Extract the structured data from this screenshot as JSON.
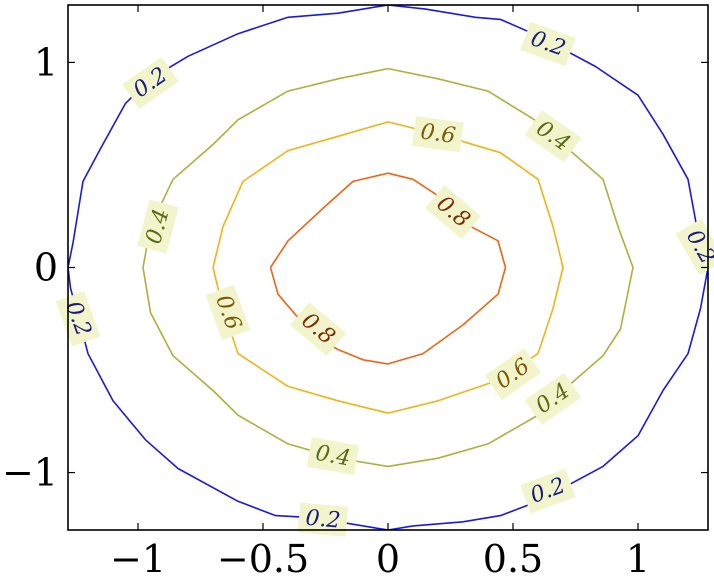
{
  "chart_data": {
    "type": "line",
    "subtype": "contour",
    "title": "",
    "xlabel": "",
    "ylabel": "",
    "xlim": [
      -1.28,
      1.28
    ],
    "ylim": [
      -1.28,
      1.28
    ],
    "x_ticks": [
      -1,
      -0.5,
      0,
      0.5,
      1
    ],
    "x_tick_labels": [
      "−1",
      "−0.5",
      "0",
      "0.5",
      "1"
    ],
    "y_ticks": [
      -1,
      0,
      1
    ],
    "y_tick_labels": [
      "−1",
      "0",
      "1"
    ],
    "grid": false,
    "label_background": "#f2f5cc",
    "series": [
      {
        "level": 0.2,
        "color": "#1a1adf",
        "label_color": "#1a1a80",
        "points": [
          [
            -1.28,
            0
          ],
          [
            -1.26,
            0.12
          ],
          [
            -1.22,
            0.42
          ],
          [
            -1.15,
            0.58
          ],
          [
            -1.05,
            0.8
          ],
          [
            -0.95,
            0.92
          ],
          [
            -0.8,
            1.03
          ],
          [
            -0.6,
            1.14
          ],
          [
            -0.4,
            1.22
          ],
          [
            -0.2,
            1.24
          ],
          [
            0,
            1.28
          ],
          [
            0.15,
            1.26
          ],
          [
            0.35,
            1.22
          ],
          [
            0.45,
            1.21
          ],
          [
            0.6,
            1.13
          ],
          [
            0.83,
            0.98
          ],
          [
            1.0,
            0.84
          ],
          [
            1.1,
            0.65
          ],
          [
            1.2,
            0.43
          ],
          [
            1.25,
            0.1
          ],
          [
            1.28,
            0
          ],
          [
            1.25,
            -0.2
          ],
          [
            1.2,
            -0.42
          ],
          [
            1.1,
            -0.6
          ],
          [
            1.0,
            -0.82
          ],
          [
            0.86,
            -0.97
          ],
          [
            0.6,
            -1.14
          ],
          [
            0.45,
            -1.21
          ],
          [
            0.3,
            -1.24
          ],
          [
            0.1,
            -1.26
          ],
          [
            0,
            -1.28
          ],
          [
            -0.15,
            -1.25
          ],
          [
            -0.3,
            -1.22
          ],
          [
            -0.45,
            -1.21
          ],
          [
            -0.6,
            -1.14
          ],
          [
            -0.84,
            -0.98
          ],
          [
            -0.97,
            -0.84
          ],
          [
            -1.1,
            -0.65
          ],
          [
            -1.2,
            -0.42
          ],
          [
            -1.27,
            -0.1
          ],
          [
            -1.28,
            0
          ]
        ],
        "labels": [
          {
            "x": -0.95,
            "y": 0.9,
            "text": "0.2",
            "angle": -35
          },
          {
            "x": 0.64,
            "y": 1.09,
            "text": "0.2",
            "angle": 20
          },
          {
            "x": 1.25,
            "y": 0.1,
            "text": "0.2",
            "angle": 60
          },
          {
            "x": -1.24,
            "y": -0.25,
            "text": "0.2",
            "angle": 70
          },
          {
            "x": -0.26,
            "y": -1.23,
            "text": "0.2",
            "angle": 5
          },
          {
            "x": 0.64,
            "y": -1.09,
            "text": "0.2",
            "angle": -20
          }
        ]
      },
      {
        "level": 0.4,
        "color": "#a8b23c",
        "label_color": "#5a6a14",
        "points": [
          [
            -0.98,
            0
          ],
          [
            -0.95,
            0.2
          ],
          [
            -0.86,
            0.43
          ],
          [
            -0.7,
            0.6
          ],
          [
            -0.6,
            0.72
          ],
          [
            -0.4,
            0.86
          ],
          [
            -0.2,
            0.92
          ],
          [
            0,
            0.97
          ],
          [
            0.2,
            0.92
          ],
          [
            0.4,
            0.86
          ],
          [
            0.6,
            0.71
          ],
          [
            0.7,
            0.6
          ],
          [
            0.86,
            0.43
          ],
          [
            0.92,
            0.2
          ],
          [
            0.98,
            0
          ],
          [
            0.93,
            -0.3
          ],
          [
            0.86,
            -0.43
          ],
          [
            0.7,
            -0.6
          ],
          [
            0.6,
            -0.72
          ],
          [
            0.4,
            -0.86
          ],
          [
            0.2,
            -0.93
          ],
          [
            0,
            -0.97
          ],
          [
            -0.2,
            -0.93
          ],
          [
            -0.4,
            -0.86
          ],
          [
            -0.6,
            -0.72
          ],
          [
            -0.7,
            -0.6
          ],
          [
            -0.86,
            -0.43
          ],
          [
            -0.95,
            -0.22
          ],
          [
            -0.98,
            0
          ]
        ],
        "labels": [
          {
            "x": -0.92,
            "y": 0.2,
            "text": "0.4",
            "angle": -75
          },
          {
            "x": 0.66,
            "y": 0.64,
            "text": "0.4",
            "angle": 35
          },
          {
            "x": 0.66,
            "y": -0.64,
            "text": "0.4",
            "angle": -35
          },
          {
            "x": -0.22,
            "y": -0.92,
            "text": "0.4",
            "angle": 10
          }
        ]
      },
      {
        "level": 0.6,
        "color": "#f0b418",
        "label_color": "#7a5a05",
        "points": [
          [
            -0.7,
            0
          ],
          [
            -0.66,
            0.2
          ],
          [
            -0.58,
            0.42
          ],
          [
            -0.4,
            0.57
          ],
          [
            -0.2,
            0.64
          ],
          [
            0,
            0.71
          ],
          [
            0.2,
            0.65
          ],
          [
            0.45,
            0.56
          ],
          [
            0.6,
            0.43
          ],
          [
            0.66,
            0.2
          ],
          [
            0.7,
            0
          ],
          [
            0.66,
            -0.2
          ],
          [
            0.6,
            -0.42
          ],
          [
            0.44,
            -0.55
          ],
          [
            0.2,
            -0.65
          ],
          [
            0,
            -0.71
          ],
          [
            -0.2,
            -0.65
          ],
          [
            -0.4,
            -0.58
          ],
          [
            -0.6,
            -0.42
          ],
          [
            -0.66,
            -0.2
          ],
          [
            -0.7,
            0
          ]
        ],
        "labels": [
          {
            "x": 0.2,
            "y": 0.65,
            "text": "0.6",
            "angle": 8
          },
          {
            "x": -0.64,
            "y": -0.22,
            "text": "0.6",
            "angle": 70
          },
          {
            "x": 0.5,
            "y": -0.52,
            "text": "0.6",
            "angle": -35
          }
        ]
      },
      {
        "level": 0.8,
        "color": "#f06414",
        "label_color": "#7a2a05",
        "points": [
          [
            -0.47,
            0
          ],
          [
            -0.4,
            0.13
          ],
          [
            -0.25,
            0.3
          ],
          [
            -0.14,
            0.42
          ],
          [
            0,
            0.46
          ],
          [
            0.1,
            0.43
          ],
          [
            0.2,
            0.35
          ],
          [
            0.3,
            0.22
          ],
          [
            0.44,
            0.13
          ],
          [
            0.47,
            0
          ],
          [
            0.44,
            -0.13
          ],
          [
            0.3,
            -0.28
          ],
          [
            0.14,
            -0.42
          ],
          [
            0,
            -0.47
          ],
          [
            -0.1,
            -0.45
          ],
          [
            -0.2,
            -0.4
          ],
          [
            -0.3,
            -0.33
          ],
          [
            -0.44,
            -0.13
          ],
          [
            -0.47,
            0
          ]
        ],
        "labels": [
          {
            "x": 0.26,
            "y": 0.27,
            "text": "0.8",
            "angle": 40
          },
          {
            "x": -0.28,
            "y": -0.3,
            "text": "0.8",
            "angle": 40
          }
        ]
      }
    ]
  }
}
